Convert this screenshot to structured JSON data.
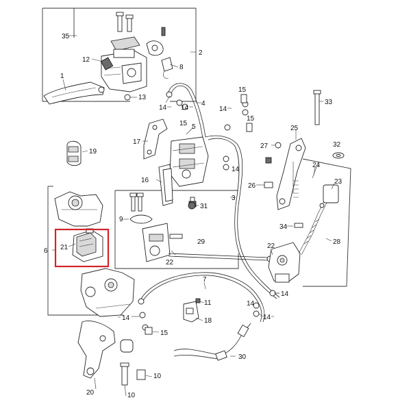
{
  "highlight_color": "#d2232a",
  "labels": {
    "p1": "1",
    "p2": "2",
    "p3": "3",
    "p4": "4",
    "p5": "5",
    "p6": "6",
    "p7": "7",
    "p8": "8",
    "p9": "9",
    "p10a": "10",
    "p10b": "10",
    "p11": "11",
    "p12": "12",
    "p13": "13",
    "p14a": "14",
    "p14b": "14",
    "p14c": "14",
    "p14d": "14",
    "p14e": "14",
    "p14f": "14",
    "p14g": "14",
    "p14h": "14",
    "p15a": "15",
    "p15b": "15",
    "p15c": "15",
    "p15d": "15",
    "p16": "16",
    "p17": "17",
    "p18": "18",
    "p19": "19",
    "p20": "20",
    "p21": "21",
    "p22a": "22",
    "p22b": "22",
    "p23": "23",
    "p24": "24",
    "p25": "25",
    "p26": "26",
    "p27": "27",
    "p28": "28",
    "p29": "29",
    "p30": "30",
    "p31": "31",
    "p32": "32",
    "p33": "33",
    "p34": "34",
    "p35": "35"
  }
}
